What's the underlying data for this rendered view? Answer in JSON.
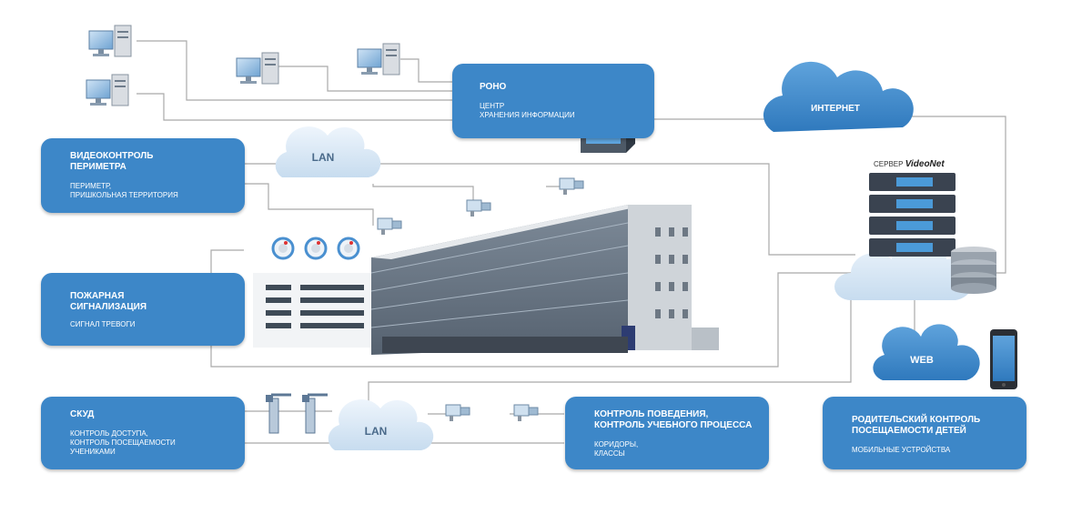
{
  "nodes": {
    "rono": {
      "title": "РОНО",
      "subtitle": "ЦЕНТР\nХРАНЕНИЯ ИНФОРМАЦИИ"
    },
    "perimeter": {
      "title": "ВИДЕОКОНТРОЛЬ\nПЕРИМЕТРА",
      "subtitle": "ПЕРИМЕТР,\nПРИШКОЛЬНАЯ ТЕРРИТОРИЯ"
    },
    "fire": {
      "title": "ПОЖАРНАЯ\nСИГНАЛИЗАЦИЯ",
      "subtitle": "СИГНАЛ ТРЕВОГИ"
    },
    "skud": {
      "title": "СКУД",
      "subtitle": "КОНТРОЛЬ ДОСТУПА,\nКОНТРОЛЬ ПОСЕЩАЕМОСТИ\nУЧЕНИКАМИ"
    },
    "behavior": {
      "title": "КОНТРОЛЬ ПОВЕДЕНИЯ,\nКОНТРОЛЬ УЧЕБНОГО ПРОЦЕССА",
      "subtitle": "КОРИДОРЫ,\nКЛАССЫ"
    },
    "parent": {
      "title": "РОДИТЕЛЬСКИЙ КОНТРОЛЬ\nПОСЕЩАЕМОСТИ ДЕТЕЙ",
      "subtitle": "МОБИЛЬНЫЕ УСТРОЙСТВА"
    }
  },
  "clouds": {
    "internet": "ИНТЕРНЕТ",
    "lan_top": "LAN",
    "lan_bottom": "LAN",
    "web": "WEB"
  },
  "server": {
    "prefix": "СЕРВЕР",
    "brand": "VideoNet"
  },
  "colors": {
    "box": "#3d87c8",
    "line": "#a9a9a9",
    "cloud_light": "#dbe9f6",
    "cloud_dark": "#3d87c8"
  }
}
